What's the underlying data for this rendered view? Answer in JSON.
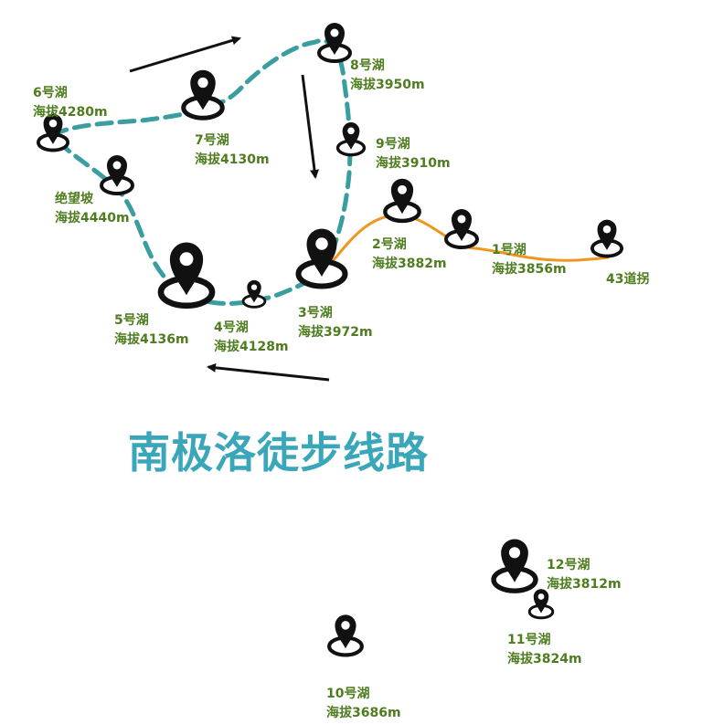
{
  "title": "南极洛徒步线路",
  "colors": {
    "label": "#4e7d1f",
    "title": "#3aa6b9",
    "trail_dashed": "#3a9ea0",
    "trail_solid": "#f0961e",
    "pin": "#111111",
    "arrow": "#111111"
  },
  "icons": {
    "pin": "map-pin-icon",
    "direction": "arrow-icon"
  },
  "lakes": [
    {
      "id": "lake-8",
      "name": "8号湖",
      "elevation": "海拔3950m"
    },
    {
      "id": "lake-6",
      "name": "6号湖",
      "elevation": "海拔4280m"
    },
    {
      "id": "lake-7",
      "name": "7号湖",
      "elevation": "海拔4130m"
    },
    {
      "id": "lake-9",
      "name": "9号湖",
      "elevation": "海拔3910m"
    },
    {
      "id": "juewangpo",
      "name": "绝望坡",
      "elevation": "海拔4440m"
    },
    {
      "id": "lake-2",
      "name": "2号湖",
      "elevation": "海拔3882m"
    },
    {
      "id": "lake-1",
      "name": "1号湖",
      "elevation": "海拔3856m"
    },
    {
      "id": "43-daoguai",
      "name": "43道拐",
      "elevation": ""
    },
    {
      "id": "lake-5",
      "name": "5号湖",
      "elevation": "海拔4136m"
    },
    {
      "id": "lake-4",
      "name": "4号湖",
      "elevation": "海拔4128m"
    },
    {
      "id": "lake-3",
      "name": "3号湖",
      "elevation": "海拔3972m"
    },
    {
      "id": "lake-12",
      "name": "12号湖",
      "elevation": "海拔3812m"
    },
    {
      "id": "lake-11",
      "name": "11号湖",
      "elevation": "海拔3824m"
    },
    {
      "id": "lake-10",
      "name": "10号湖",
      "elevation": "海拔3686m"
    }
  ]
}
